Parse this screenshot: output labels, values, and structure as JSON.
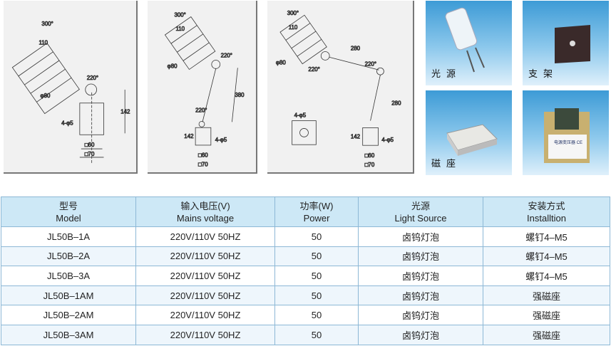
{
  "drawings": [
    {
      "labels": [
        "300°",
        "110",
        "φ80",
        "220°",
        "142",
        "4-φ5",
        "□60",
        "□70"
      ]
    },
    {
      "labels": [
        "300°",
        "110",
        "φ80",
        "220°",
        "380",
        "220°",
        "142",
        "4-φ5",
        "□60",
        "□70"
      ]
    },
    {
      "labels": [
        "300°",
        "110",
        "φ80",
        "280",
        "220°",
        "220°",
        "280",
        "142",
        "4-φ5",
        "4-φ5",
        "□60",
        "□70"
      ]
    }
  ],
  "photos": [
    {
      "label": "光源"
    },
    {
      "label": "支架"
    },
    {
      "label": "磁座"
    },
    {
      "label": "",
      "badge": "电源变压器 CE"
    }
  ],
  "table": {
    "headers": [
      {
        "cn": "型号",
        "en": "Model"
      },
      {
        "cn": "输入电压(V)",
        "en": "Mains voltage"
      },
      {
        "cn": "功率(W)",
        "en": "Power"
      },
      {
        "cn": "光源",
        "en": "Light Source"
      },
      {
        "cn": "安装方式",
        "en": "Installtion"
      }
    ],
    "rows": [
      [
        "JL50B–1A",
        "220V/110V  50HZ",
        "50",
        "卤钨灯泡",
        "螺钉4–M5"
      ],
      [
        "JL50B–2A",
        "220V/110V  50HZ",
        "50",
        "卤钨灯泡",
        "螺钉4–M5"
      ],
      [
        "JL50B–3A",
        "220V/110V  50HZ",
        "50",
        "卤钨灯泡",
        "螺钉4–M5"
      ],
      [
        "JL50B–1AM",
        "220V/110V  50HZ",
        "50",
        "卤钨灯泡",
        "强磁座"
      ],
      [
        "JL50B–2AM",
        "220V/110V  50HZ",
        "50",
        "卤钨灯泡",
        "强磁座"
      ],
      [
        "JL50B–3AM",
        "220V/110V  50HZ",
        "50",
        "卤钨灯泡",
        "强磁座"
      ]
    ]
  }
}
